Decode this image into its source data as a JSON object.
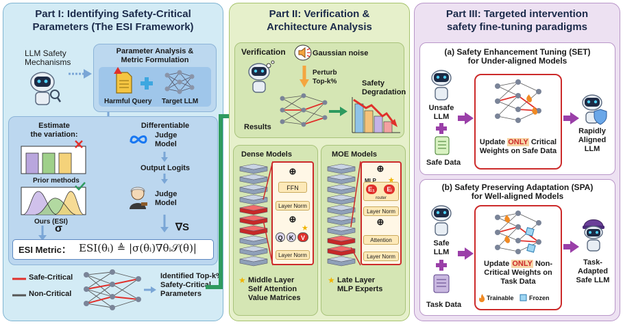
{
  "part1": {
    "title_line1": "Part I: Identifying Safety-Critical",
    "title_line2": "Parameters (The ESI Framework)",
    "llm_mechanisms_line1": "LLM Safety",
    "llm_mechanisms_line2": "Mechanisms",
    "param_analysis_line1": "Parameter Analysis &",
    "param_analysis_line2": "Metric Formulation",
    "harmful_query": "Harmful Query",
    "target_llm": "Target LLM",
    "estimate_line1": "Estimate",
    "estimate_line2": "the variation:",
    "prior_methods": "Prior methods",
    "ours": "Ours (ESI)",
    "sigma": "σ",
    "differentiable": "Differentiable",
    "judge_model_1a": "Judge",
    "judge_model_1b": "Model",
    "output_logits": "Output Logits",
    "judge_model_2a": "Judge",
    "judge_model_2b": "Model",
    "nabla_s": "∇S",
    "esi_metric_label": "ESI Metric：",
    "esi_formula": "ESI(θᵢ) ≜ |σ(θᵢ)∇θᵢ𝒮(θ)|",
    "legend_safe": "Safe-Critical",
    "legend_non": "Non-Critical",
    "identified_line1": "Identified Top-k%",
    "identified_line2": "Safety-Critical",
    "identified_line3": "Parameters"
  },
  "part2": {
    "title_line1": "Part II:  Verification &",
    "title_line2": "Architecture Analysis",
    "verification": "Verification",
    "gaussian_noise": "Gaussian noise",
    "perturb_line1": "Perturb",
    "perturb_line2": "Top-k%",
    "safety_line1": "Safety",
    "safety_line2": "Degradation",
    "results": "Results",
    "dense_models": "Dense Models",
    "moe_models": "MOE Models",
    "ffn": "FFN",
    "layer_norm": "Layer Norm",
    "q": "Q",
    "k": "K",
    "v": "V",
    "plus": "⊕",
    "mlp": "MLP",
    "attention": "Attention",
    "router": "router",
    "expert_e1": "E₁",
    "expert_ei": "Eᵢ",
    "dense_caption_line1": "Middle Layer",
    "dense_caption_line2": "Self Attention",
    "dense_caption_line3": "Value Matrices",
    "moe_caption_line1": "Late Layer",
    "moe_caption_line2": "MLP Experts",
    "star": "★"
  },
  "part3": {
    "title_line1": "Part III:  Targeted intervention",
    "title_line2": "safety fine-tuning paradigms",
    "set_title_line1": "(a) Safety Enhancement Tuning (SET)",
    "set_title_line2": "for Under-aligned Models",
    "unsafe_llm_line1": "Unsafe",
    "unsafe_llm_line2": "LLM",
    "safe_data": "Safe Data",
    "set_update_pre": "Update ",
    "set_update_only": "ONLY",
    "set_update_post1": " Critical",
    "set_update_line2": "Weights on Safe Data",
    "rapidly_line1": "Rapidly",
    "rapidly_line2": "Aligned LLM",
    "spa_title_line1": "(b) Safety Preserving Adaptation (SPA)",
    "spa_title_line2": "for Well-aligned Models",
    "safe_llm_line1": "Safe",
    "safe_llm_line2": "LLM",
    "task_data": "Task Data",
    "spa_update_pre": "Update ",
    "spa_update_only": "ONLY",
    "spa_update_post1": " Non-",
    "spa_update_line2": "Critical Weights on",
    "spa_update_line3": "Task Data",
    "trainable": "Trainable",
    "frozen": "Frozen",
    "task_adapted_line1": "Task-Adapted",
    "task_adapted_line2": "Safe LLM"
  },
  "colors": {
    "part1_bg": "#cfe8f3",
    "part2_bg": "#e4efc7",
    "part3_bg": "#ece0f1",
    "safe_critical": "#e0302b",
    "non_critical": "#555555",
    "arrow_green": "#2e9a5f",
    "arrow_purple": "#9a3fa8",
    "highlight_red": "#cc2a2a"
  }
}
